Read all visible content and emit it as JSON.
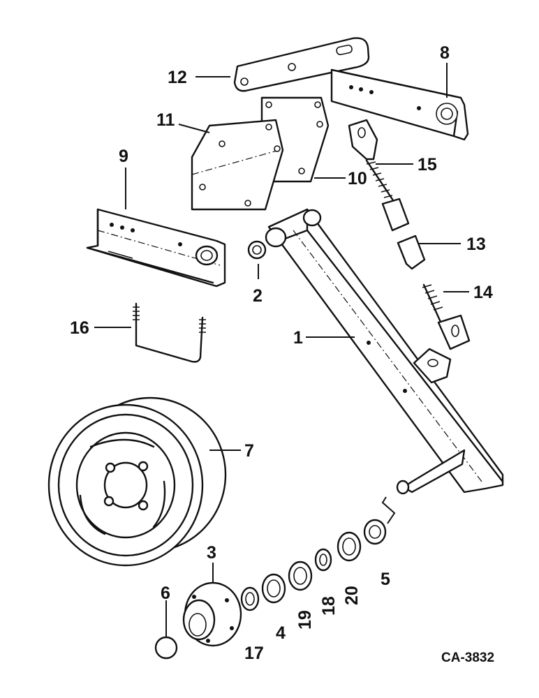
{
  "drawing_code": "CA-3832",
  "callouts": {
    "c1": "1",
    "c2": "2",
    "c3": "3",
    "c4": "4",
    "c5": "5",
    "c6": "6",
    "c7": "7",
    "c8": "8",
    "c9": "9",
    "c10": "10",
    "c11": "11",
    "c12": "12",
    "c13": "13",
    "c14": "14",
    "c15": "15",
    "c16": "16",
    "c17": "17",
    "c18": "18",
    "c19": "19",
    "c20": "20"
  },
  "icons": {
    "wheel": "wheel-rim-icon",
    "hub": "hub-icon",
    "arm": "wheel-arm-icon"
  }
}
